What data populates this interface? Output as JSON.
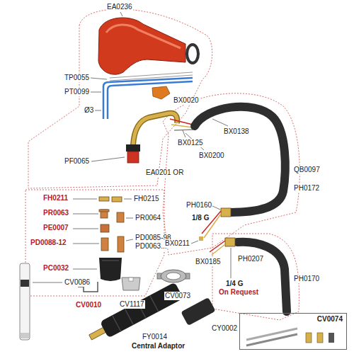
{
  "diagram": {
    "nodes": [
      {
        "text": [
          "CV0074"
        ]
      }
    ],
    "labels": [
      "EA0236",
      "TP0055",
      "PT0099",
      "Ø3",
      "BX0020",
      "PF0065",
      "EA0201 OR",
      "FH0211",
      "FH0215",
      "PR0063",
      "PR0064",
      "PE0007",
      "PD0088-12",
      "PD0085-98",
      "PD0063...",
      "PC0032",
      "CV0086",
      "CV0010",
      "CV1117",
      "CV0073",
      "BX0125",
      "BX0138",
      "BX0200",
      "QB0097",
      "PH0172",
      "PH0160",
      "1/8 G",
      "BX0211",
      "BX0185",
      "PH0207",
      "PH0170",
      "1/4 G",
      "On Request",
      "CY0002",
      "FY0014",
      "Central Adaptor"
    ]
  }
}
